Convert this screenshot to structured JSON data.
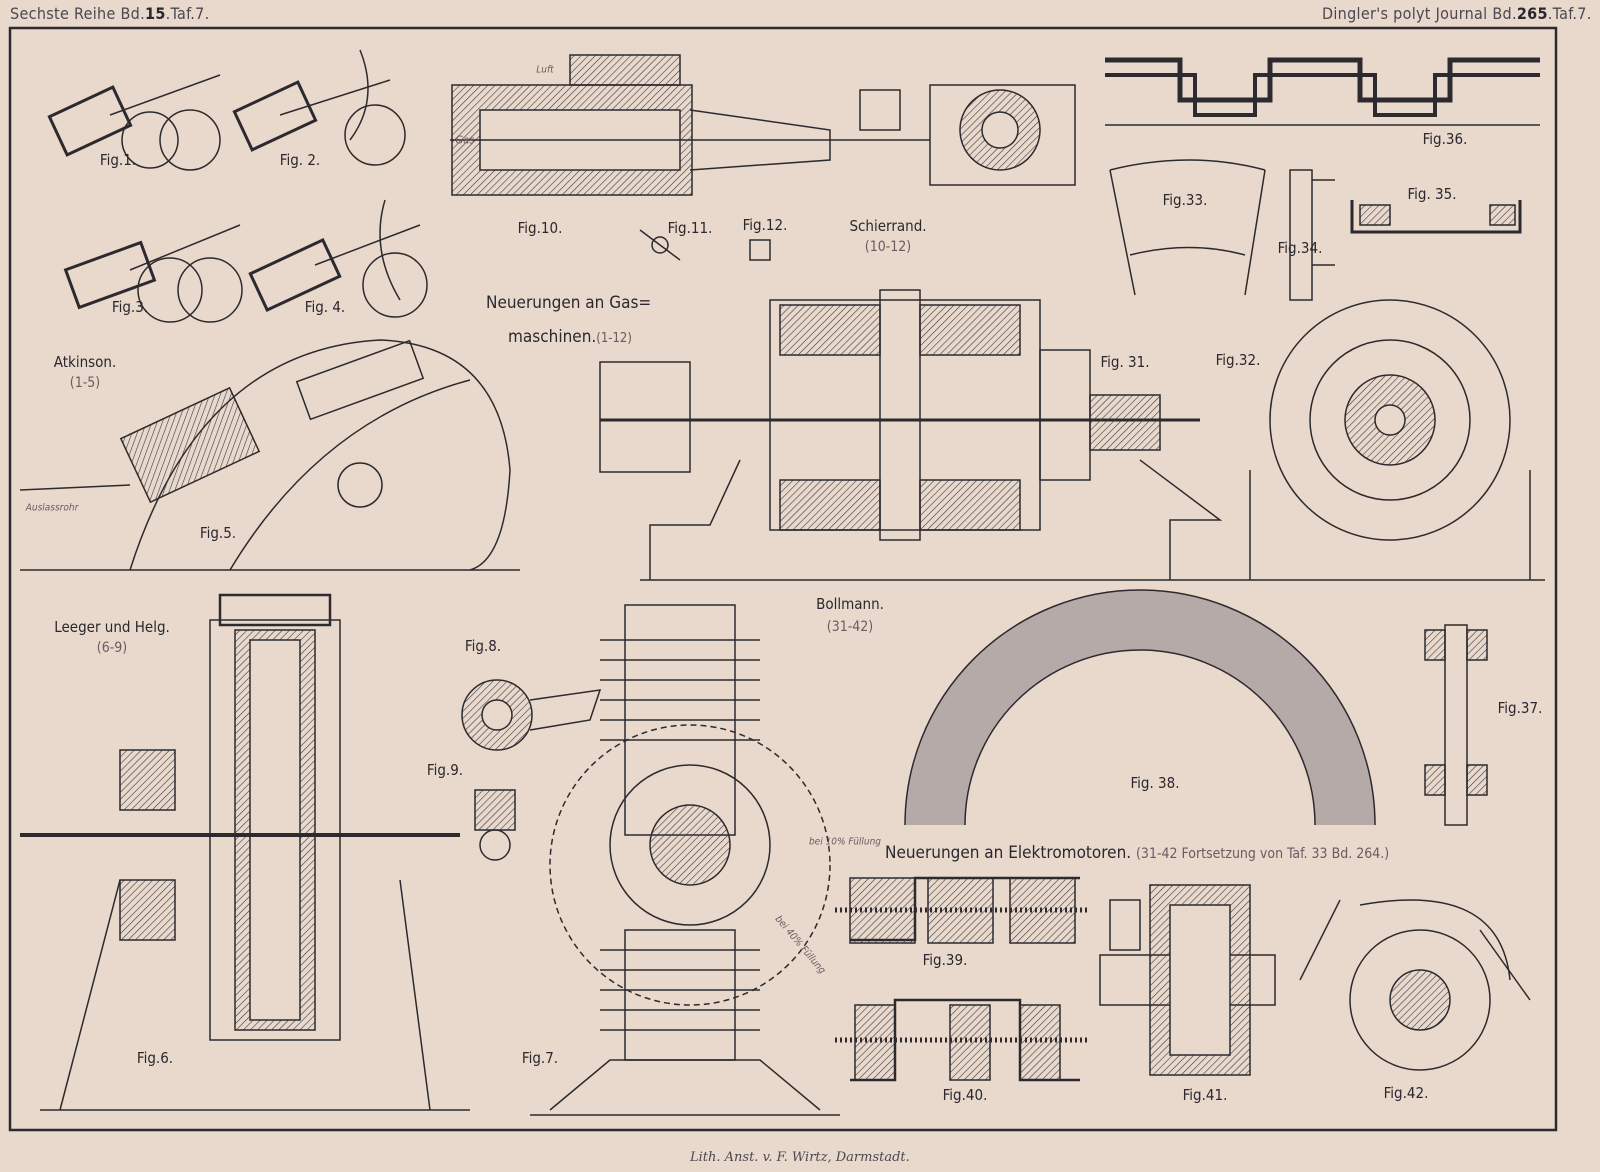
{
  "header": {
    "left": {
      "prefix": "Sechste Reihe Bd.",
      "vol": "15",
      "suffix": ".Taf.7."
    },
    "right": {
      "prefix": "Dingler's polyt Journal Bd.",
      "vol": "265",
      "suffix": ".Taf.7."
    }
  },
  "footer": "Lith. Anst. v. F. Wirtz, Darmstadt.",
  "sections": {
    "gas_title_1": "Neuerungen an Gas=",
    "gas_title_2": "maschinen.",
    "gas_range": "(1-12)",
    "atkinson": "Atkinson.",
    "atkinson_range": "(1-5)",
    "schierrand": "Schierrand.",
    "schierrand_range": "(10-12)",
    "leeger": "Leeger und Helg.",
    "leeger_range": "(6-9)",
    "bollmann": "Bollmann.",
    "bollmann_range": "(31-42)",
    "elektro_title": "Neuerungen an Elektromotoren.",
    "elektro_note": "(31-42 Fortsetzung von Taf. 33 Bd. 264.)"
  },
  "figures": {
    "f1": "Fig.1.",
    "f2": "Fig. 2.",
    "f3": "Fig.3.",
    "f4": "Fig. 4.",
    "f5": "Fig.5.",
    "f6": "Fig.6.",
    "f7": "Fig.7.",
    "f8": "Fig.8.",
    "f9": "Fig.9.",
    "f10": "Fig.10.",
    "f11": "Fig.11.",
    "f12": "Fig.12.",
    "f31": "Fig. 31.",
    "f32": "Fig.32.",
    "f33": "Fig.33.",
    "f34": "Fig.34.",
    "f35": "Fig. 35.",
    "f36": "Fig.36.",
    "f37": "Fig.37.",
    "f38": "Fig. 38.",
    "f39": "Fig.39.",
    "f40": "Fig.40.",
    "f41": "Fig.41.",
    "f42": "Fig.42."
  },
  "annotations": {
    "luft": "Luft",
    "gas": "Gas",
    "auslassrohr": "Auslassrohr",
    "fuellung_10": "bei 10% Füllung",
    "fuellung_40": "bei 40% Füllung"
  },
  "colors": {
    "paper": "#e9d9cc",
    "ink": "#2c2a2e"
  }
}
